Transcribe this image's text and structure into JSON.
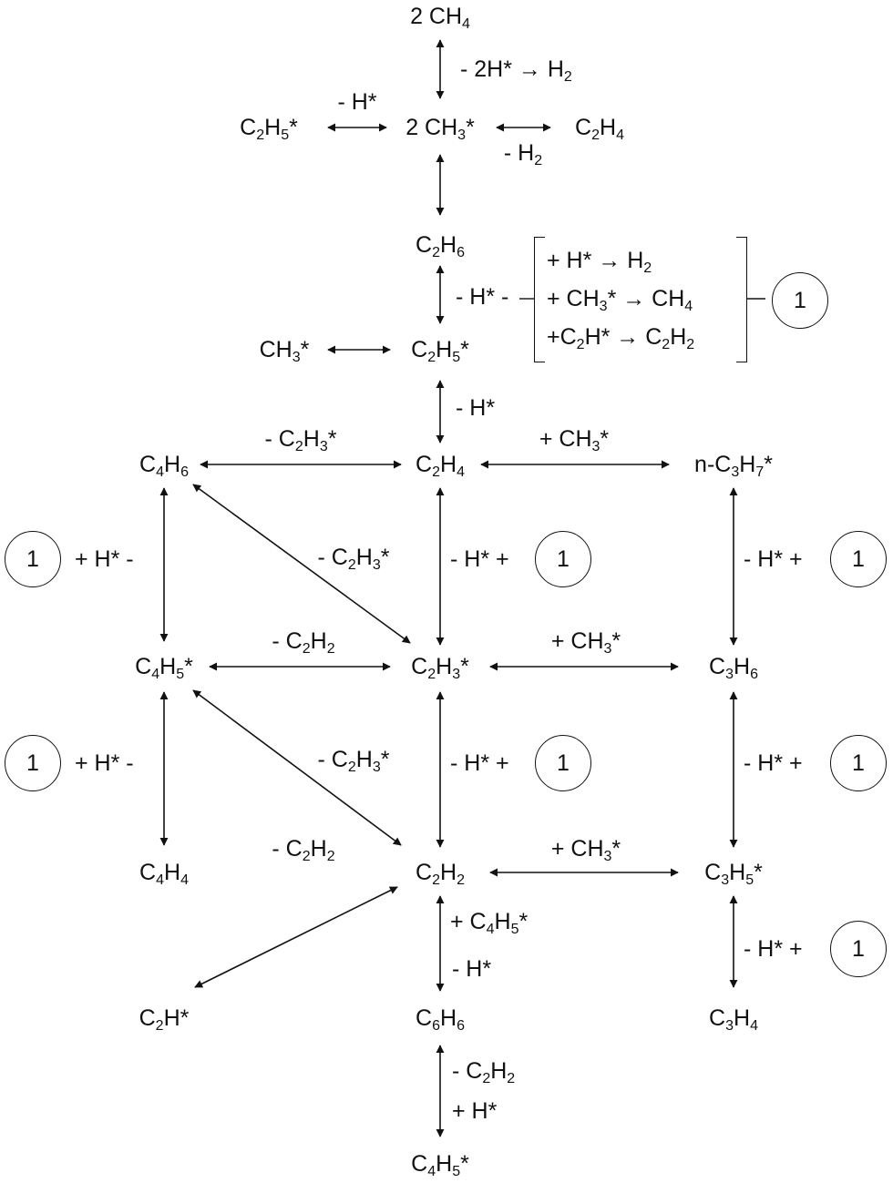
{
  "species": {
    "ch4_2": "2 CH_{4}",
    "ch3_2": "2 CH_{3}*",
    "c2h5_top": "C_{2}H_{5}*",
    "c2h4_top": "C_{2}H_{4}",
    "c2h6": "C_{2}H_{6}",
    "c2h5": "C_{2}H_{5}*",
    "ch3": "CH_{3}*",
    "c4h6": "C_{4}H_{6}",
    "c2h4": "C_{2}H_{4}",
    "nc3h7": "n-C_{3}H_{7}*",
    "c4h5": "C_{4}H_{5}*",
    "c2h3": "C_{2}H_{3}*",
    "c3h6": "C_{3}H_{6}",
    "c4h4": "C_{4}H_{4}",
    "c2h2": "C_{2}H_{2}",
    "c3h5": "C_{3}H_{5}*",
    "c2h": "C_{2}H*",
    "c6h6": "C_{6}H_{6}",
    "c3h4": "C_{3}H_{4}",
    "c4h5_bottom": "C_{4}H_{5}*"
  },
  "labels": {
    "minus_2h_h2": "- 2H* → H_{2}",
    "minus_h_top": "- H*",
    "minus_h2": "- H_{2}",
    "minus_h_c2h6": "- H* -",
    "minus_h_c2h5": "- H*",
    "minus_c2h3_top": "- C_{2}H_{3}*",
    "plus_ch3_top": "+ CH_{3}*",
    "plus_h_left1": "+ H* -",
    "minus_c2h3_diag1": "- C_{2}H_{3}*",
    "minus_h_center1": "- H* +",
    "minus_h_right1": "- H* +",
    "minus_c2h2_mid": "- C_{2}H_{2}",
    "plus_ch3_mid": "+ CH_{3}*",
    "plus_h_left2": "+ H* -",
    "minus_c2h3_diag2": "- C_{2}H_{3}*",
    "minus_h_center2": "- H* +",
    "minus_h_right2": "- H* +",
    "minus_c2h2_low": "- C_{2}H_{2}",
    "plus_ch3_low": "+ CH_{3}*",
    "plus_c4h5": "+ C_{4}H_{5}*",
    "minus_h_low": "- H*",
    "minus_h_right3": "- H* +",
    "minus_c2h2_bottom": "- C_{2}H_{2}",
    "plus_h_bottom": "+ H*"
  },
  "bracket": {
    "line1": "+ H* → H_{2}",
    "line2": "+ CH_{3}* → CH_{4}",
    "line3": "+C_{2}H* → C_{2}H_{2}"
  },
  "marker": "1"
}
